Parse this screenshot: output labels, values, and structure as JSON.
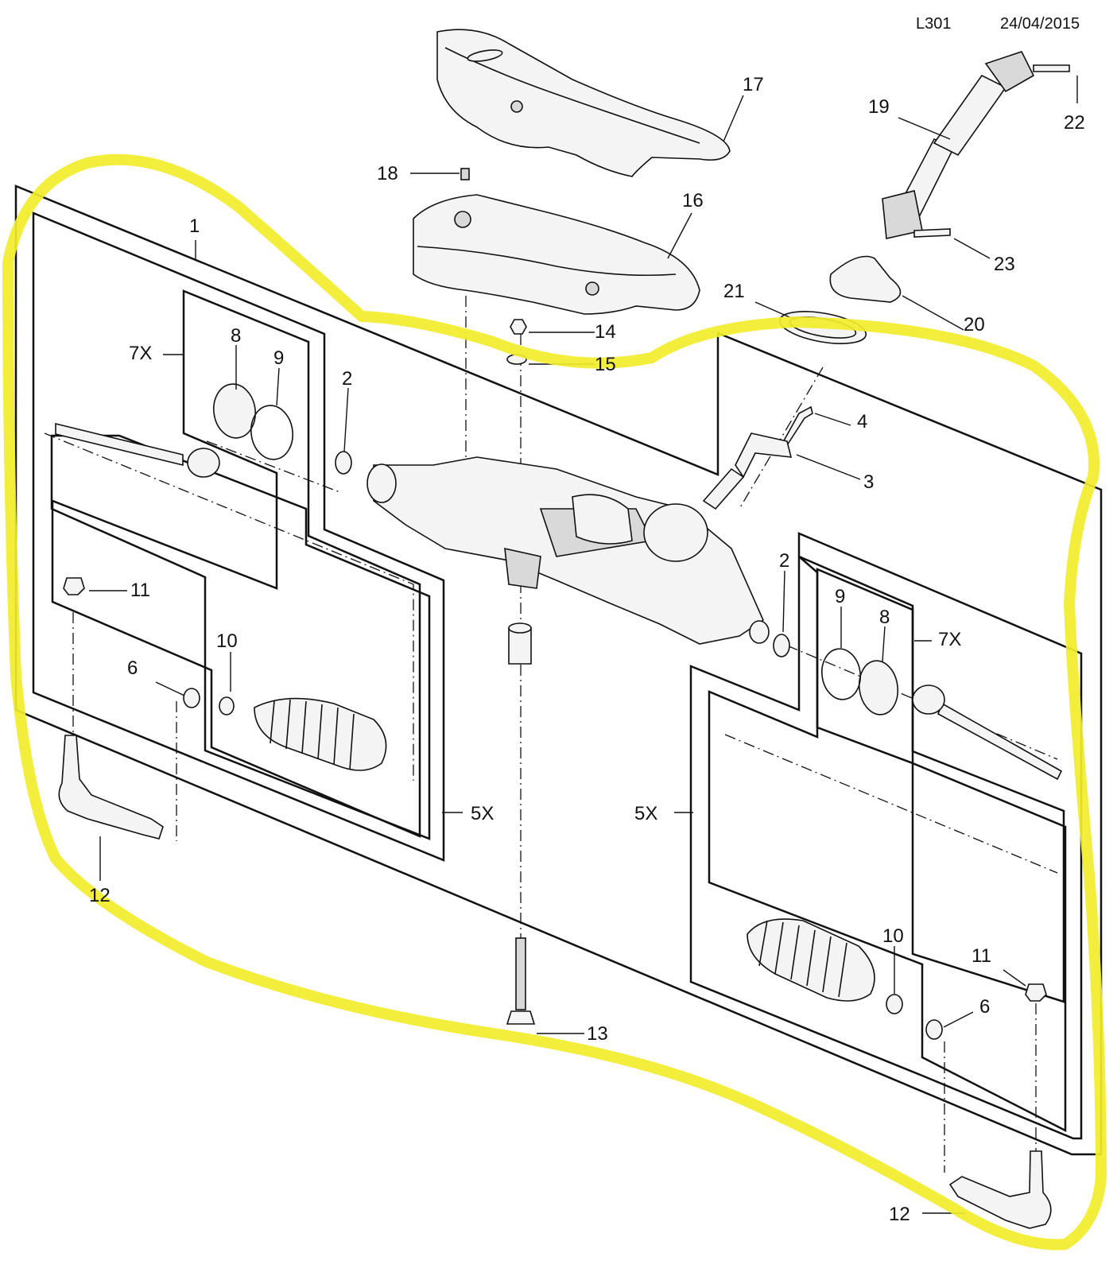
{
  "header": {
    "code": "L301",
    "date": "24/04/2015"
  },
  "callouts": {
    "c1": "1",
    "c2_left": "2",
    "c2_right": "2",
    "c3": "3",
    "c4": "4",
    "c5x_left": "5X",
    "c5x_right": "5X",
    "c6_left": "6",
    "c6_right": "6",
    "c7x_left": "7X",
    "c7x_right": "7X",
    "c8_left": "8",
    "c8_right": "8",
    "c9_left": "9",
    "c9_right": "9",
    "c10_left": "10",
    "c10_right": "10",
    "c11_left": "11",
    "c11_right": "11",
    "c12_left": "12",
    "c12_right": "12",
    "c13": "13",
    "c14": "14",
    "c15": "15",
    "c16": "16",
    "c17": "17",
    "c18": "18",
    "c19": "19",
    "c20": "20",
    "c21": "21",
    "c22": "22",
    "c23": "23"
  },
  "colors": {
    "highlight": "#f2ec2a",
    "ink": "#111111",
    "part_fill": "#f4f4f4",
    "part_shade": "#d9d9d9"
  }
}
